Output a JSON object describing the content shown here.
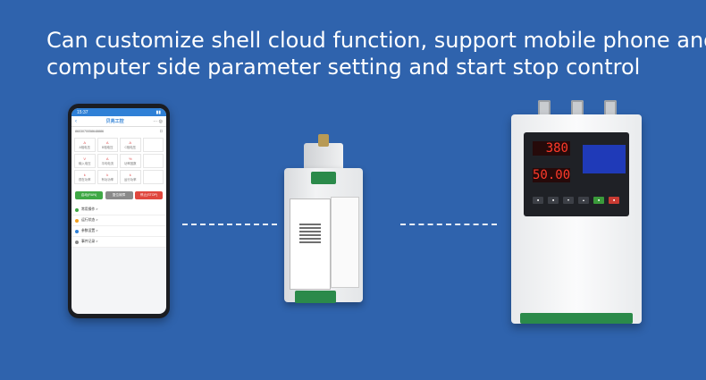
{
  "headline": {
    "line1": "Can customize shell cloud function, support mobile phone and",
    "line2": "computer side parameter setting and start stop control"
  },
  "phone": {
    "status_time": "15:37",
    "app_title": "贝亮工控",
    "device_id": "8603070058648886",
    "cells": [
      "A相电压",
      "B相电压",
      "C相电压",
      "",
      "输入电压",
      "平均电流",
      "功率因数",
      "",
      "视在功率",
      "有功功率",
      "运行功率",
      "",
      "",
      "",
      "",
      ""
    ],
    "buttons": {
      "run": "启动(RUN)",
      "reset": "复位故障",
      "stop": "停止(STOP)"
    },
    "menu": [
      "常用操作 >",
      "运行状态 >",
      "参数设置 >",
      "事件记录 >"
    ],
    "colors": {
      "primary": "#2f80d6",
      "run": "#3fa845",
      "stop": "#e0473e"
    }
  },
  "starter": {
    "led_top": "380",
    "led_bottom": "50.00"
  }
}
